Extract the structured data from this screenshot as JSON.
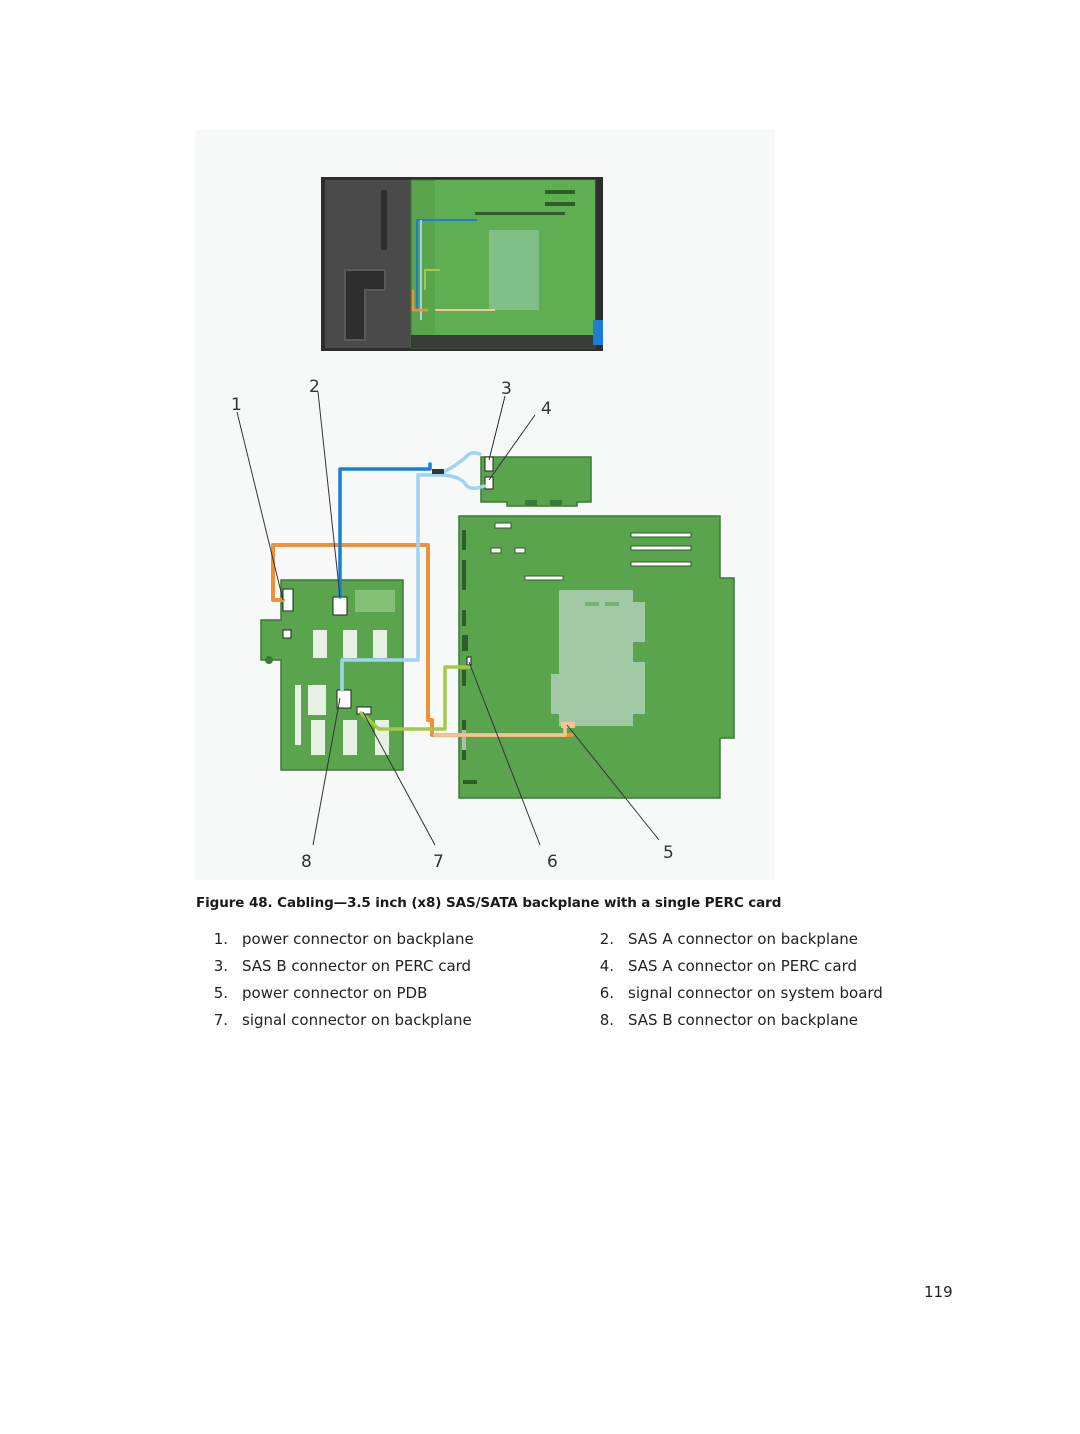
{
  "figure": {
    "callouts": [
      "1",
      "2",
      "3",
      "4",
      "8",
      "7",
      "6",
      "5"
    ],
    "colors": {
      "board_green": "#5aa44e",
      "board_edge": "#3b7a34",
      "orange_cable": "#f0913a",
      "dark_blue_cable": "#1a7fd4",
      "light_blue_cable": "#9fd3f2",
      "lime_cable": "#a5c84a",
      "peach_cable": "#f5c39a",
      "chassis_dark": "#3a3a3a"
    },
    "icons": [
      "tower-chassis-thumbnail",
      "backplane-board",
      "perc-card",
      "system-board",
      "power-distribution-board"
    ]
  },
  "caption": "Figure 48. Cabling—3.5 inch (x8) SAS/SATA backplane with a single PERC card",
  "legend": [
    {
      "num": "1.",
      "text": "power connector on backplane"
    },
    {
      "num": "2.",
      "text": "SAS A connector on backplane"
    },
    {
      "num": "3.",
      "text": "SAS B connector on PERC card"
    },
    {
      "num": "4.",
      "text": "SAS A connector on PERC card"
    },
    {
      "num": "5.",
      "text": "power connector on PDB"
    },
    {
      "num": "6.",
      "text": "signal connector on system board"
    },
    {
      "num": "7.",
      "text": "signal connector on backplane"
    },
    {
      "num": "8.",
      "text": "SAS B connector on backplane"
    }
  ],
  "page_number": "119"
}
